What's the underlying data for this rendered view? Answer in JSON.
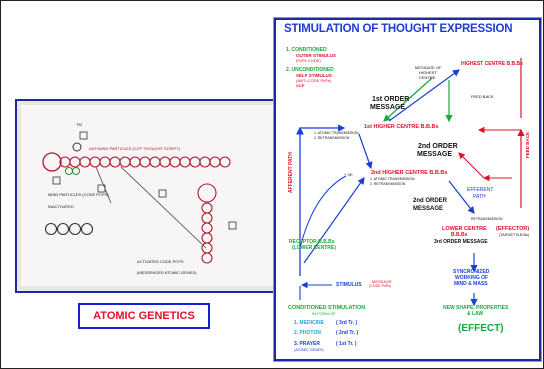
{
  "left": {
    "dots_label": "ANTIMIND PARTICLES (CCP THOUGHT SCRIPT)",
    "mind_label": "MIND PARTICLES (CODE PCPS)",
    "inactivated": "INACTIVATED",
    "activated": "ACTIVATED CODE PCPS",
    "messenger": "(MESSENGER ATOMIC GENES)",
    "tm": "TM",
    "atomic_genetics": "ATOMIC GENETICS"
  },
  "right": {
    "title": "STIMULATION OF THOUGHT EXPRESSION",
    "conditioned": "1. CONDITIONED",
    "outer_stimulus": "OUTER STIMULUS",
    "pcps_code": "(PcPs CODE)",
    "unconditioned": "2. UNCONDITIONED",
    "self_stimulus": "SELF STIMULUS",
    "anti_code": "(ANTI-CODE PcPs)",
    "ccp": "CCP",
    "message_of": "MESSAGE OF",
    "highest": "HIGHEST",
    "centre": "CENTRE",
    "highest_centre": "HIGHEST CENTRE B.B.Bs",
    "feedback_top": "FEED BACK",
    "first_order": "1st ORDER",
    "message": "MESSAGE",
    "first_higher": "1st HIGHER CENTRE B.B.Bs",
    "atomic_transmission": "1. ATOMIC TRANSMISSION",
    "retransmission": "2. RETRANSMISSION",
    "second_order": "2nd ORDER",
    "feed_back_side": "FEED BACK",
    "afferent_path": "AFFERENT PATH",
    "ve": "+ VE",
    "second_higher": "2nd HIGHER CENTRE B.B.Bs",
    "efferent": "EFFERENT",
    "path": "PATH",
    "retransmission_single": "RETRANSMISSION",
    "lower_centre": "LOWER CENTRE",
    "bbbs": "B.B.Bs",
    "effector": "(EFFECTOR)",
    "target": "(TARGET B.B.Bs)",
    "third_order": "3rd ORDER MESSAGE",
    "receptor": "RECEPTOR B.B.Bs",
    "receptor_sub": "(LOWER CENTRE)",
    "synchronized": "SYNCRONIZED",
    "working_of": "WORKING OF",
    "mind_mass": "MIND & MASS",
    "stimulus": "STIMULUS",
    "code_pcps": "(CODE PcPs)",
    "new_shape": "NEW SHAPE, PROPERTIES",
    "and_law": "& LAW",
    "conditioned_stim": "CONDITIONED STIMULATION",
    "in_form_of": "IN FORM OF",
    "medicine": "1. MEDICINE",
    "medicine_tr": "( 3rd Tr. )",
    "photon": "2. PHOTON",
    "photon_tr": "( 2nd Tr. )",
    "prayer": "3. PRAYER",
    "prayer_tr": "( 1st Tr. )",
    "atomic_genes": "(ATOMIC GENES)",
    "effect": "(EFFECT)"
  }
}
